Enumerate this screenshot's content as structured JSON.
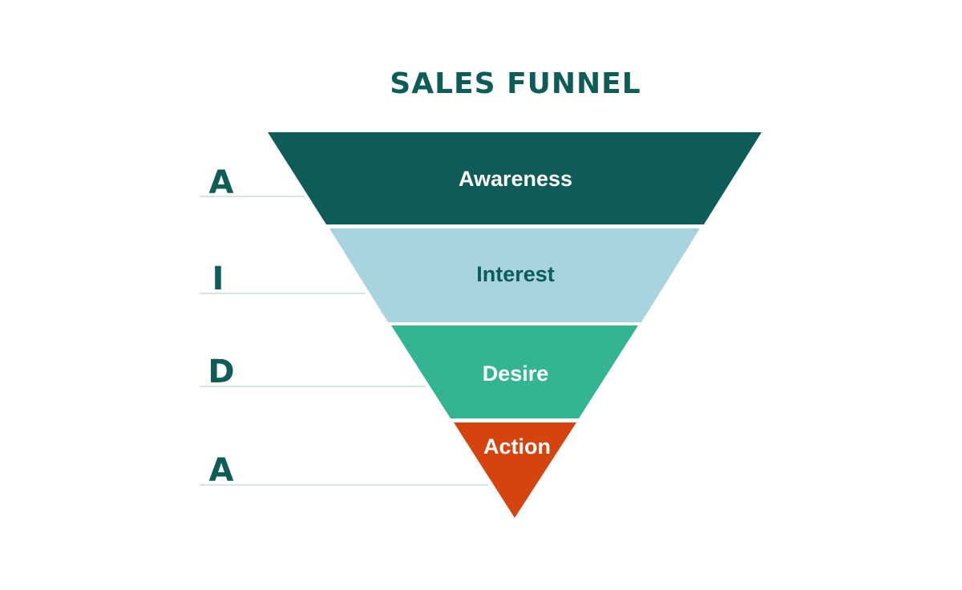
{
  "title": "SALES FUNNEL",
  "colors": {
    "title": "#0d5c57",
    "letters": "#0d5c57",
    "guide_lines": "#c9dcdc"
  },
  "stages": [
    {
      "letter": "A",
      "label": "Awareness",
      "fill": "#0d5c57",
      "label_color": "#ffffff"
    },
    {
      "letter": "I",
      "label": "Interest",
      "fill": "#a8d4df",
      "label_color": "#0d5c57"
    },
    {
      "letter": "D",
      "label": "Desire",
      "fill": "#33b594",
      "label_color": "#ffffff"
    },
    {
      "letter": "A",
      "label": "Action",
      "fill": "#d5440e",
      "label_color": "#ffffff"
    }
  ]
}
